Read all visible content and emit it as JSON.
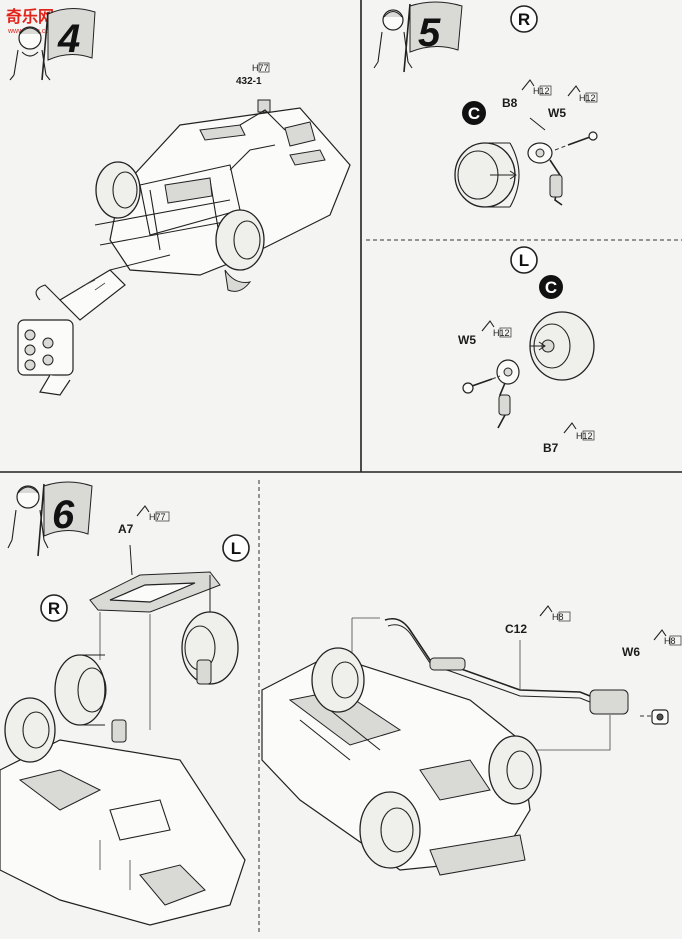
{
  "watermark": {
    "logo_text": "奇乐网",
    "url_text": "www.shan.com"
  },
  "step4": {
    "number": "4",
    "callouts": [
      {
        "part": "432-1",
        "code": "H77"
      }
    ]
  },
  "step5": {
    "number": "5",
    "right": {
      "side_letter": "R",
      "wheel_letter": "C",
      "callouts": [
        {
          "part": "B8",
          "code": "H12"
        },
        {
          "part": "W5",
          "code": "H12"
        }
      ]
    },
    "left": {
      "side_letter": "L",
      "wheel_letter": "C",
      "callouts": [
        {
          "part": "W5",
          "code": "H12"
        },
        {
          "part": "B7",
          "code": "H12"
        }
      ]
    }
  },
  "step6": {
    "number": "6",
    "side_left": "L",
    "side_right": "R",
    "callouts": [
      {
        "part": "A7",
        "code": "H77"
      },
      {
        "part": "C12",
        "code": "H8"
      },
      {
        "part": "W6",
        "code": "H8"
      }
    ]
  }
}
